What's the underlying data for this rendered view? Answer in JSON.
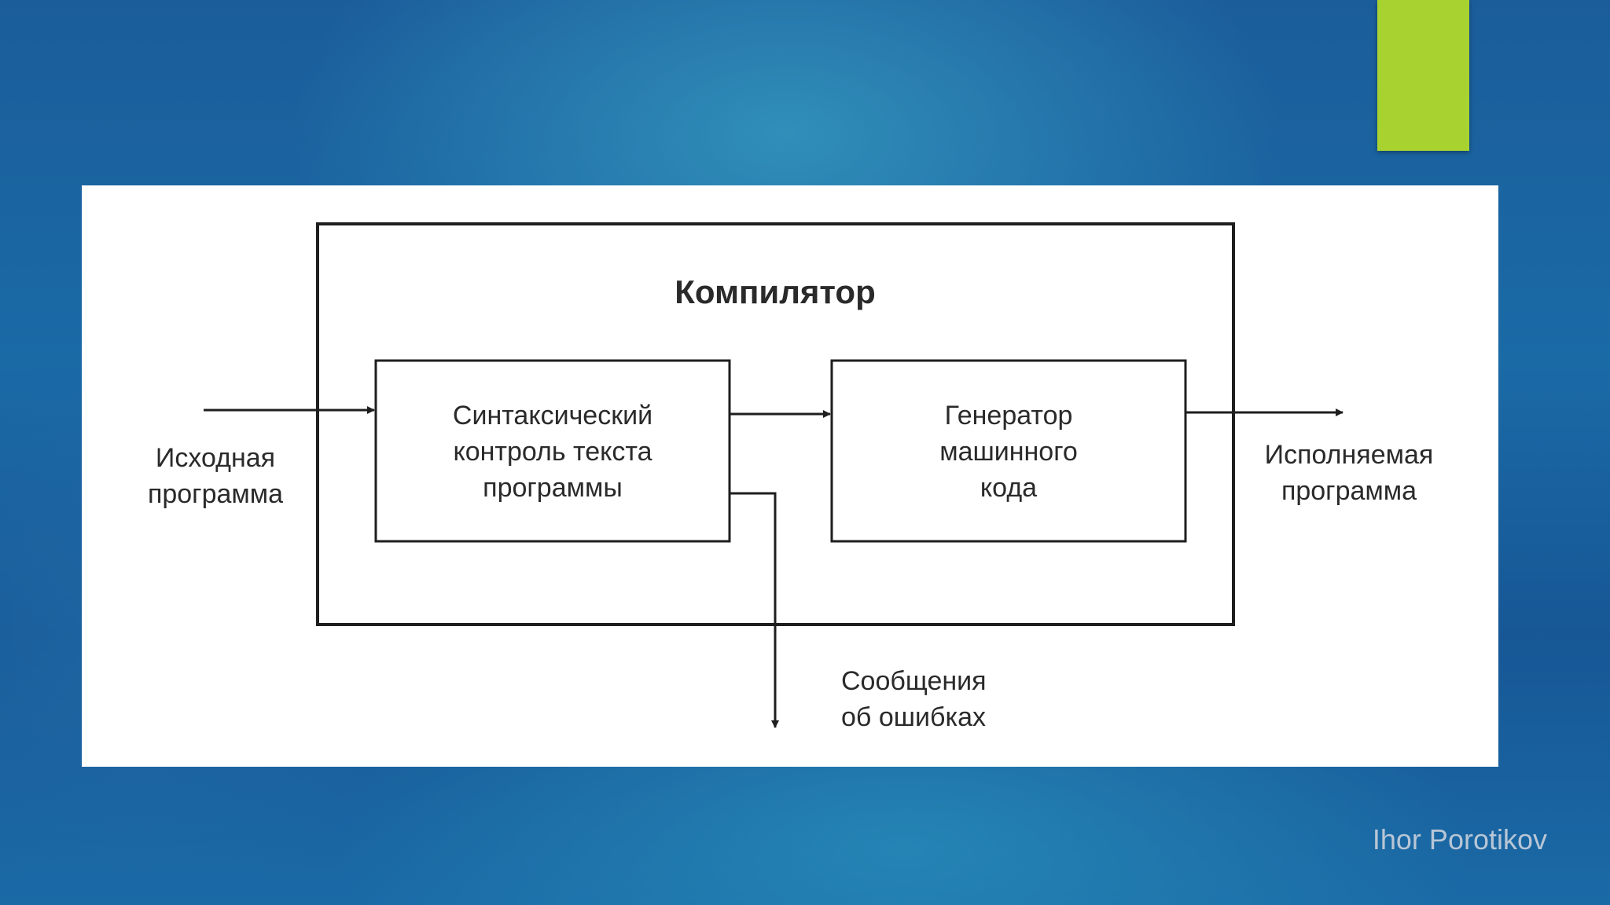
{
  "diagram": {
    "compiler_title": "Компилятор",
    "source": [
      "Исходная",
      "программа"
    ],
    "syntax_block": [
      "Синтаксический",
      "контроль текста",
      "программы"
    ],
    "generator_block": [
      "Генератор",
      "машинного",
      "кода"
    ],
    "output": [
      "Исполняемая",
      "программа"
    ],
    "errors": [
      "Сообщения",
      "об ошибках"
    ]
  },
  "footer": {
    "author": "Ihor Porotikov"
  },
  "colors": {
    "accent": "#a8d230",
    "background": "#1a6aa6"
  }
}
